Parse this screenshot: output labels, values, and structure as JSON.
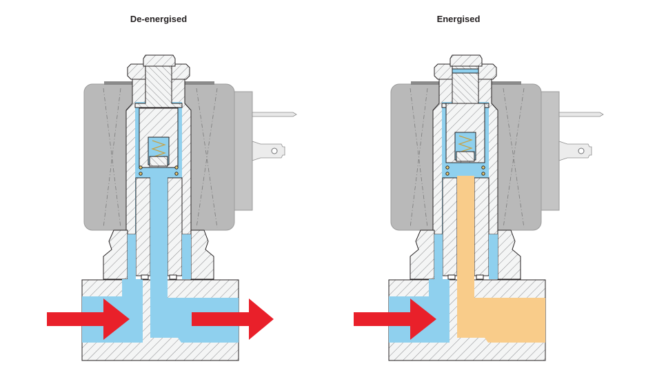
{
  "diagram": {
    "subject": "Solenoid valve cross-section",
    "panels": [
      {
        "id": "de-energised",
        "title": "De-energised",
        "state": "closed-to-downstream-open? no — pressure path shown",
        "flow": {
          "inlet_arrow": true,
          "outlet_arrow": true
        },
        "fluid_zones": {
          "inlet": "blue",
          "plunger_channel": "blue",
          "outlet": "blue"
        }
      },
      {
        "id": "energised",
        "title": "Energised",
        "flow": {
          "inlet_arrow": true,
          "outlet_arrow": false
        },
        "fluid_zones": {
          "inlet": "blue",
          "plunger_channel": "orange",
          "outlet": "orange"
        }
      }
    ],
    "legend_colors": {
      "pressurised_fluid": "#8fd0ee",
      "unpressurised_fluid": "#f9cc8a",
      "coil": "#b9b9b9",
      "flow_arrow": "#e9202a",
      "metal_section": "#f4f5f5"
    }
  }
}
